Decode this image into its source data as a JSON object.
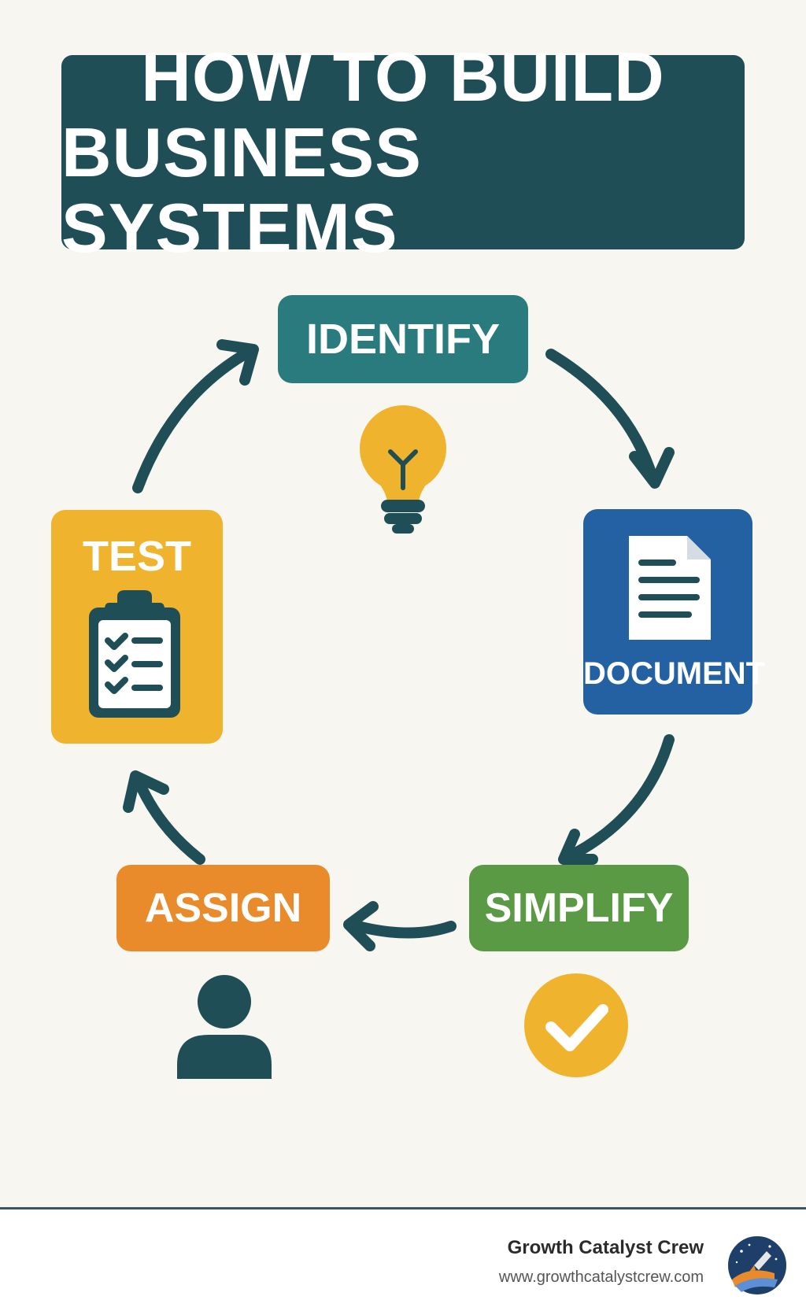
{
  "title": {
    "line1": "HOW TO BUILD",
    "line2": "BUSINESS SYSTEMS"
  },
  "steps": {
    "identify": {
      "label": "IDENTIFY",
      "color": "#2a7b7e",
      "icon": "lightbulb-icon"
    },
    "document": {
      "label": "DOCUMENT",
      "color": "#2361a3",
      "icon": "document-icon"
    },
    "simplify": {
      "label": "SIMPLIFY",
      "color": "#5b9a45",
      "icon": "checkmark-circle-icon"
    },
    "assign": {
      "label": "ASSIGN",
      "color": "#e98b2a",
      "icon": "person-icon"
    },
    "test": {
      "label": "TEST",
      "color": "#f0b32d",
      "icon": "clipboard-checklist-icon"
    }
  },
  "colors": {
    "banner": "#1f4e57",
    "arrow": "#1f4e57",
    "background": "#f8f6f0",
    "icon_yellow": "#f0b32d"
  },
  "footer": {
    "brand": "Growth Catalyst Crew",
    "url": "www.growthcatalystcrew.com",
    "logo_icon": "rocket-logo-icon"
  }
}
